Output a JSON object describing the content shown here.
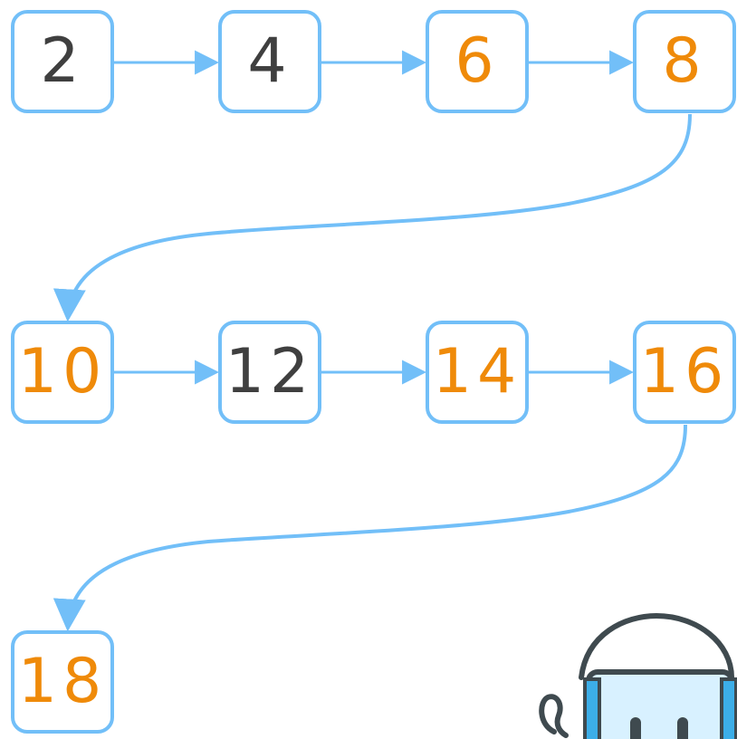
{
  "diagram": {
    "nodes": [
      {
        "id": "n2",
        "label": "2",
        "color": "dark"
      },
      {
        "id": "n4",
        "label": "4",
        "color": "dark"
      },
      {
        "id": "n6",
        "label": "6",
        "color": "orange"
      },
      {
        "id": "n8",
        "label": "8",
        "color": "orange"
      },
      {
        "id": "n10",
        "label": "10",
        "color": "orange"
      },
      {
        "id": "n12",
        "label": "12",
        "color": "dark"
      },
      {
        "id": "n14",
        "label": "14",
        "color": "orange"
      },
      {
        "id": "n16",
        "label": "16",
        "color": "orange"
      },
      {
        "id": "n18",
        "label": "18",
        "color": "orange"
      }
    ],
    "edges": [
      {
        "from": "n2",
        "to": "n4"
      },
      {
        "from": "n4",
        "to": "n6"
      },
      {
        "from": "n6",
        "to": "n8"
      },
      {
        "from": "n8",
        "to": "n10"
      },
      {
        "from": "n10",
        "to": "n12"
      },
      {
        "from": "n12",
        "to": "n14"
      },
      {
        "from": "n14",
        "to": "n16"
      },
      {
        "from": "n16",
        "to": "n18"
      }
    ]
  },
  "colors": {
    "box_border": "#72bff8",
    "arrow": "#72bff8",
    "text_dark": "#3f3f3f",
    "text_orange": "#ef8a09",
    "robot_outline": "#3f4a4f",
    "robot_face": "#d8f1ff",
    "robot_side": "#3caee8"
  },
  "icons": {
    "mascot": "robot-mascot-icon"
  }
}
